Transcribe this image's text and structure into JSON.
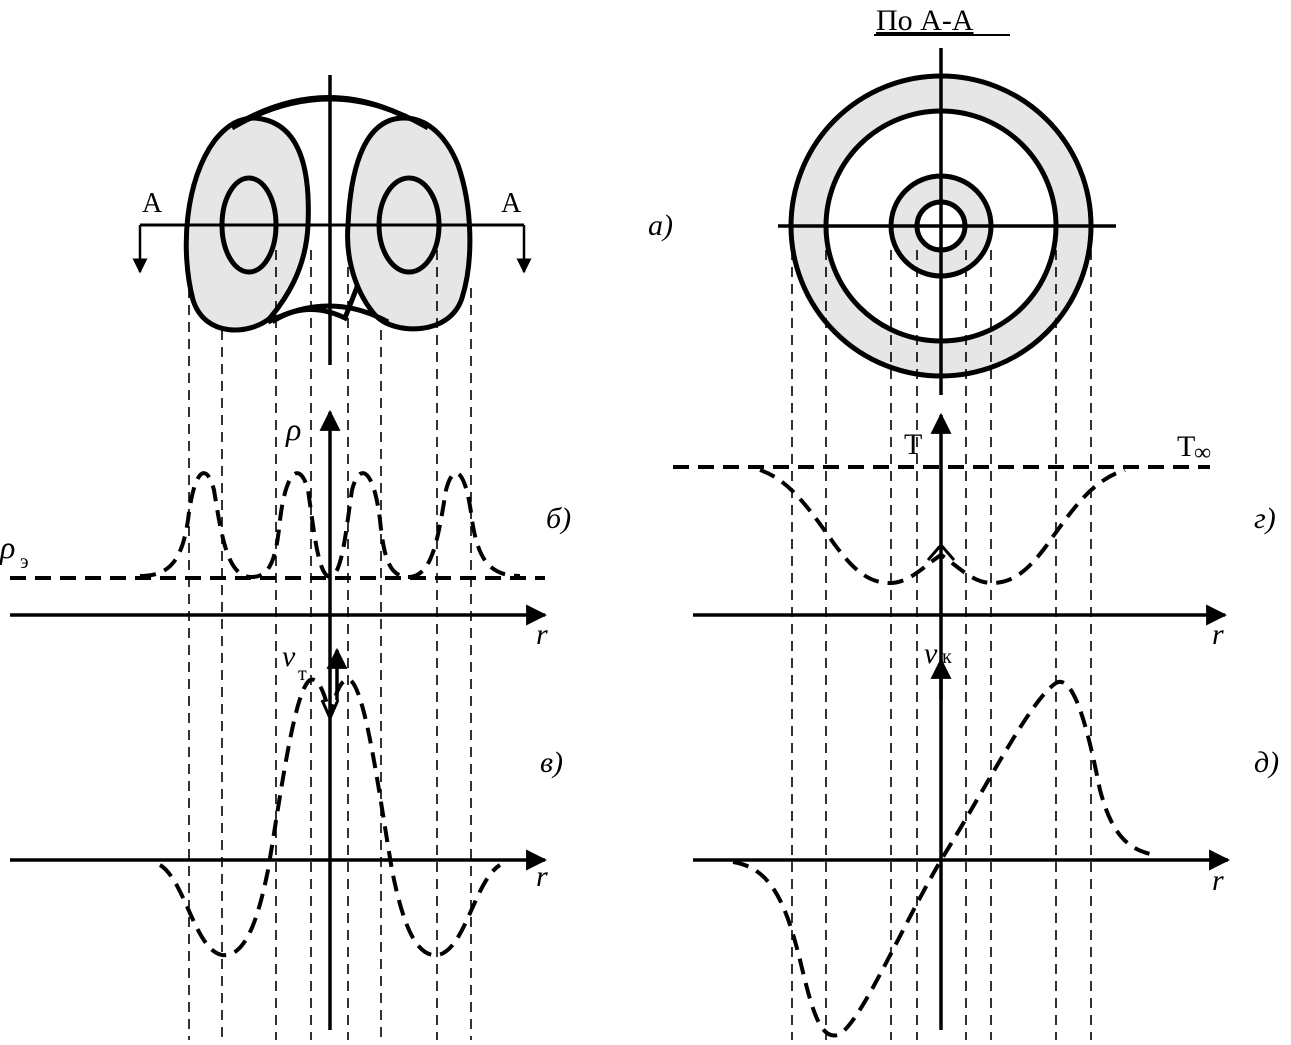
{
  "figure": {
    "section_title": "По А-А",
    "section_marker_left": "А",
    "section_marker_right": "А",
    "panel_labels": {
      "a": "а)",
      "b": "б)",
      "v": "в)",
      "g": "г)",
      "d": "д)"
    },
    "axis_labels": {
      "rho": "ρ",
      "rho_e_main": "ρ",
      "rho_e_sub": "э",
      "r_b": "r",
      "v_t_main": "v",
      "v_t_sub": "т",
      "r_v": "r",
      "T": "T",
      "T_inf_main": "T",
      "T_inf_sub": "∞",
      "v_k_main": "v",
      "v_k_sub": "к",
      "r_g": "r",
      "r_d": "r"
    },
    "fill_color": "#e6e6e6",
    "line_color": "#000000"
  }
}
